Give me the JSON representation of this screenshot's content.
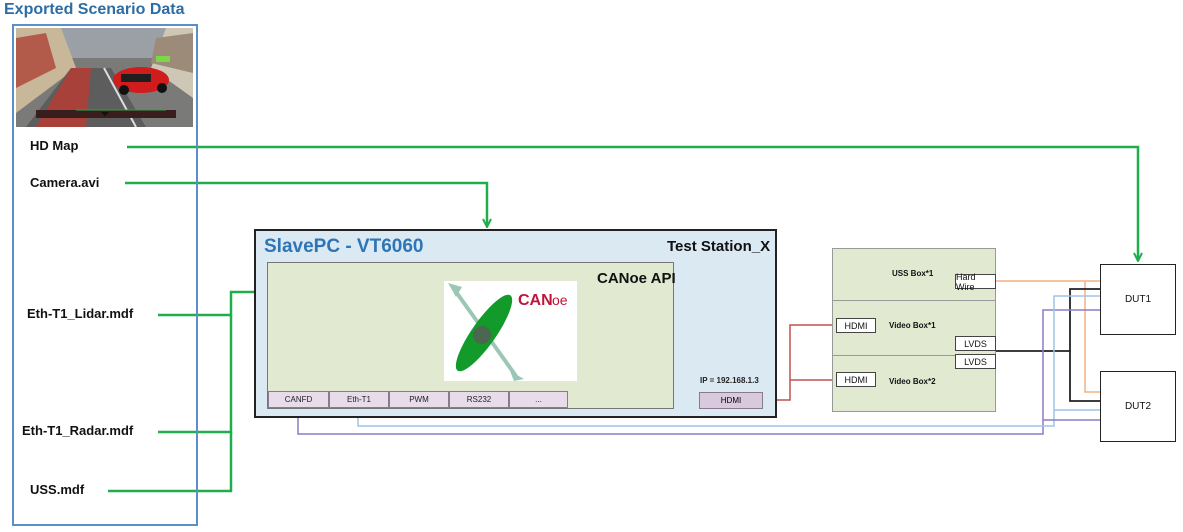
{
  "title": "Exported Scenario Data",
  "files": {
    "hd_map": "HD Map",
    "camera": "Camera.avi",
    "lidar": "Eth-T1_Lidar.mdf",
    "radar": "Eth-T1_Radar.mdf",
    "uss": "USS.mdf"
  },
  "slave": {
    "title": "SlavePC - VT6060",
    "station": "Test Station_X",
    "canoe_api": "CANoe API",
    "logo_text_prefix": "CAN",
    "logo_text_suffix": "oe",
    "ports": [
      "CANFD",
      "Eth-T1",
      "PWM",
      "RS232",
      "..."
    ],
    "ip": "IP = 192.168.1.3",
    "hdmi_out": "HDMI"
  },
  "boxes": {
    "uss_box": "USS Box*1",
    "hard_wire": "Hard Wire",
    "video_box_1": "Video Box*1",
    "video_box_2": "Video Box*2",
    "hdmi_1": "HDMI",
    "hdmi_2": "HDMI",
    "lvds_1": "LVDS",
    "lvds_2": "LVDS"
  },
  "duts": {
    "dut1": "DUT1",
    "dut2": "DUT2"
  },
  "colors": {
    "green_wire": "#1fae4b",
    "frame_blue": "#5b8fc9",
    "title_blue": "#2e75b6",
    "slave_bg": "#dbe9f3",
    "box_bg": "#e1ead1",
    "hdmi_red": "#c0504d",
    "wire_orange": "#f4b183",
    "wire_lightblue": "#9dc3e6",
    "wire_purple": "#8e7cc3",
    "logo_red": "#c0143c",
    "logo_green": "#129a2b"
  }
}
